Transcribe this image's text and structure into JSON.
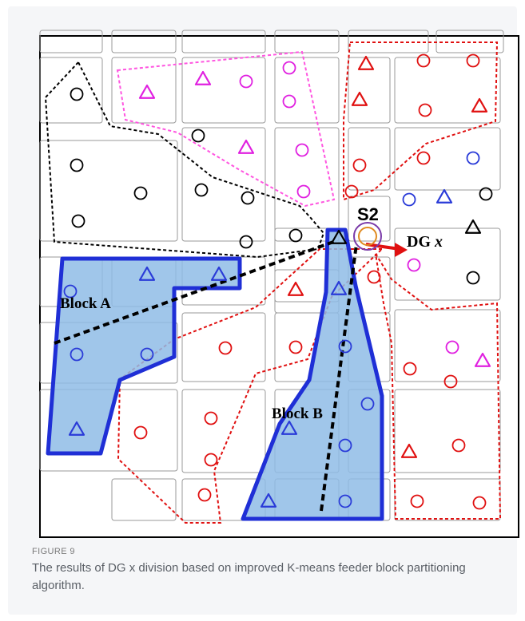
{
  "figure": {
    "label": "FIGURE 9",
    "caption": "The results of DG x division based on improved K-means feeder block partitioning algorithm."
  },
  "diagram": {
    "block_a_label": "Block A",
    "block_b_label": "Block B",
    "substation_label": "S2",
    "dg_label_prefix": "DG ",
    "dg_label_var": "x",
    "colors": {
      "block_fill": "#8fbce6",
      "block_stroke": "#1f2fd6",
      "red": "#e01010",
      "magenta": "#e020e0",
      "blue": "#2a3bd8",
      "black": "#000000",
      "parcel": "#9a9a9a",
      "arrow": "#e01010",
      "s2_ring": "#7a3aa8",
      "s2_inner": "#e08a20"
    }
  }
}
